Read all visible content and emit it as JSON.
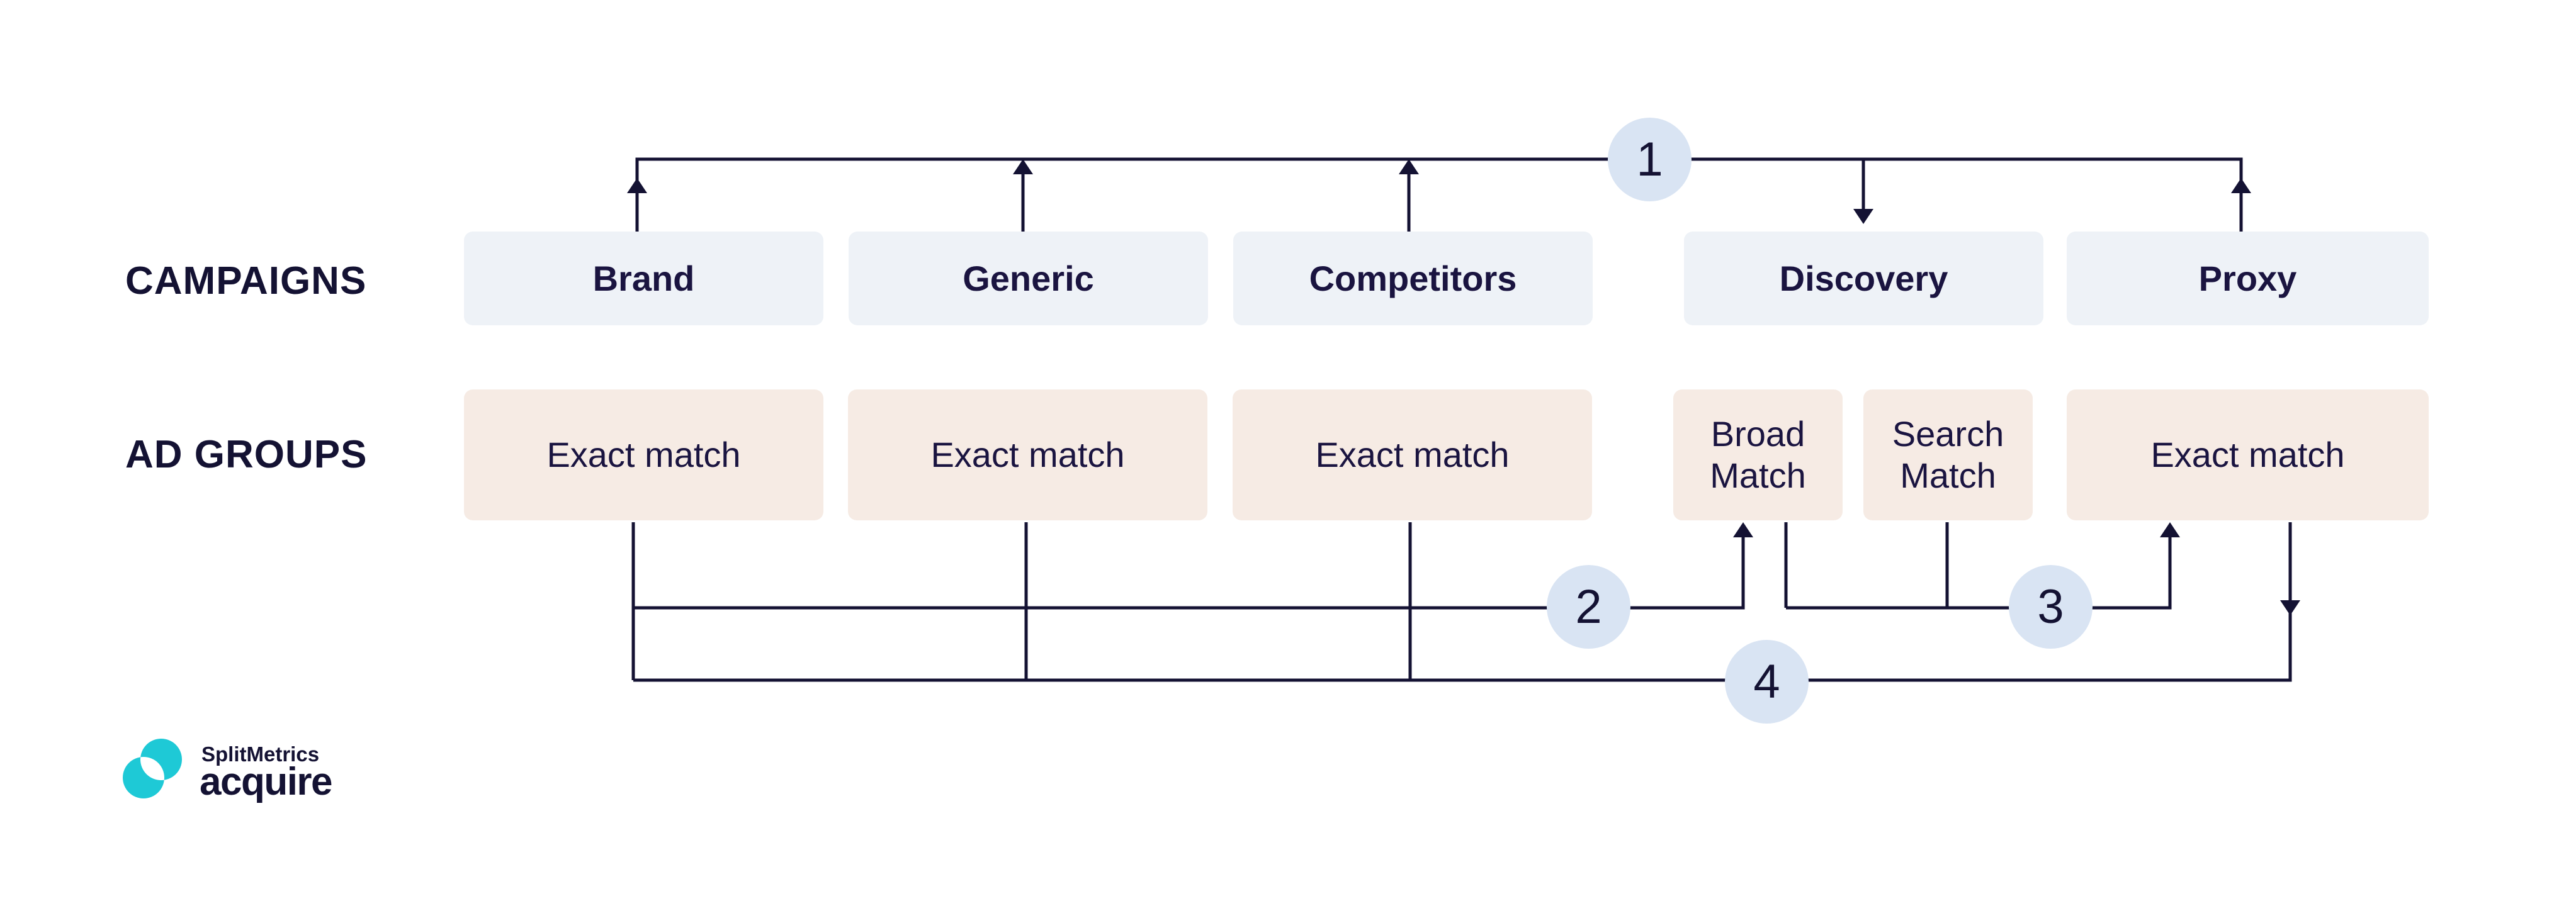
{
  "row_labels": {
    "campaigns": "CAMPAIGNS",
    "ad_groups": "AD GROUPS"
  },
  "campaigns": [
    {
      "label": "Brand"
    },
    {
      "label": "Generic"
    },
    {
      "label": "Competitors"
    },
    {
      "label": "Discovery"
    },
    {
      "label": "Proxy"
    }
  ],
  "ad_groups": [
    {
      "label": "Exact match"
    },
    {
      "label": "Exact match"
    },
    {
      "label": "Exact match"
    },
    {
      "label": "Broad Match"
    },
    {
      "label": "Search Match"
    },
    {
      "label": "Exact match"
    }
  ],
  "badges": [
    "1",
    "2",
    "3",
    "4"
  ],
  "logo": {
    "brand": "SplitMetrics",
    "product": "acquire"
  },
  "colors": {
    "line_navy": "#141233",
    "text_navy": "#1a1440",
    "campaign_box_fill": "#eef2f7",
    "adgroup_box_fill": "#f6ebe4",
    "badge_fill": "#d9e4f3",
    "logo_teal": "#1ec9d6",
    "background": "#ffffff"
  }
}
